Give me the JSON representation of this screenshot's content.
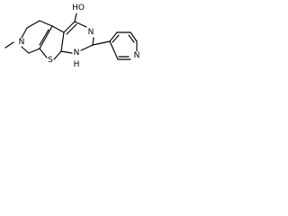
{
  "molecule": {
    "atoms": {
      "methyl_n": "N",
      "hydroxyl": "HO",
      "pyrimidine_n": "N",
      "amine_nh": "N",
      "amine_h": "H",
      "sulfur": "S",
      "pyridine_n": "N"
    }
  },
  "colors": {
    "bond": "#000000",
    "label": "#000000",
    "background": "#ffffff"
  }
}
